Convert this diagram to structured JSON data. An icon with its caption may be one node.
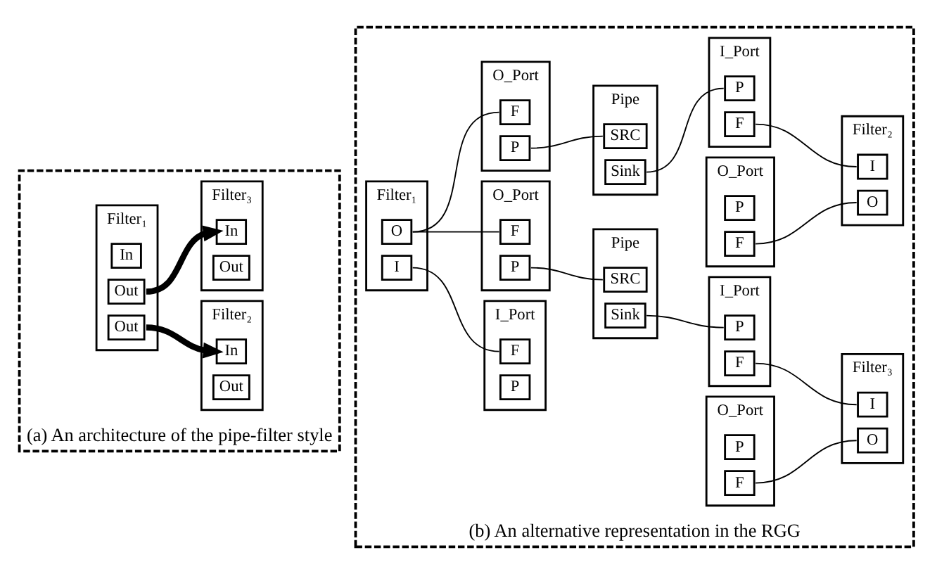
{
  "diagram": {
    "nodes": [
      {
        "text": [
          "(a) An architecture of the pipe-filter style"
        ]
      },
      {
        "text": [
          "Filter₁"
        ],
        "in": 0
      },
      {
        "text": [
          "In"
        ],
        "in": 1
      },
      {
        "text": [
          "Out"
        ],
        "in": 1
      },
      {
        "text": [
          "Out"
        ],
        "in": 1
      },
      {
        "text": [
          "Filter₂"
        ],
        "in": 0
      },
      {
        "text": [
          "In"
        ],
        "in": 5
      },
      {
        "text": [
          "Out"
        ],
        "in": 5
      },
      {
        "text": [
          "Filter₃"
        ],
        "in": 0
      },
      {
        "text": [
          "In"
        ],
        "in": 8
      },
      {
        "text": [
          "Out"
        ],
        "in": 8
      },
      {
        "text": [
          "(b) An alternative representation in the RGG"
        ]
      },
      {
        "text": [
          "Filter₁"
        ],
        "in": 11
      },
      {
        "text": [
          "I"
        ],
        "in": 12
      },
      {
        "text": [
          "O"
        ],
        "in": 12
      },
      {
        "text": [
          "I_Port"
        ],
        "in": 11
      },
      {
        "text": [
          "F"
        ],
        "in": 15
      },
      {
        "text": [
          "P"
        ],
        "in": 15
      },
      {
        "text": [
          "O_Port"
        ],
        "in": 11
      },
      {
        "text": [
          "F"
        ],
        "in": 18
      },
      {
        "text": [
          "P"
        ],
        "in": 18
      },
      {
        "text": [
          "O_Port"
        ],
        "in": 11
      },
      {
        "text": [
          "F"
        ],
        "in": 21
      },
      {
        "text": [
          "P"
        ],
        "in": 21
      },
      {
        "text": [
          "Pipe"
        ],
        "in": 11
      },
      {
        "text": [
          "SRC"
        ],
        "in": 24
      },
      {
        "text": [
          "Sink"
        ],
        "in": 24
      },
      {
        "text": [
          "Pipe"
        ],
        "in": 11
      },
      {
        "text": [
          "SRC"
        ],
        "in": 27
      },
      {
        "text": [
          "Sink"
        ],
        "in": 27
      },
      {
        "text": [
          "O_Port"
        ],
        "in": 11
      },
      {
        "text": [
          "P"
        ],
        "in": 30
      },
      {
        "text": [
          "F"
        ],
        "in": 30
      },
      {
        "text": [
          "I_Port"
        ],
        "in": 11
      },
      {
        "text": [
          "P"
        ],
        "in": 33
      },
      {
        "text": [
          "F"
        ],
        "in": 33
      },
      {
        "text": [
          "I_Port"
        ],
        "in": 11
      },
      {
        "text": [
          "P"
        ],
        "in": 36
      },
      {
        "text": [
          "F"
        ],
        "in": 36
      },
      {
        "text": [
          "O_Port"
        ],
        "in": 11
      },
      {
        "text": [
          "P"
        ],
        "in": 39
      },
      {
        "text": [
          "F"
        ],
        "in": 39
      },
      {
        "text": [
          "Filter₂"
        ],
        "in": 11
      },
      {
        "text": [
          "O"
        ],
        "in": 42
      },
      {
        "text": [
          "I"
        ],
        "in": 42
      },
      {
        "text": [
          "Filter₃"
        ],
        "in": 11
      },
      {
        "text": [
          "I"
        ],
        "in": 45
      },
      {
        "text": [
          "O"
        ],
        "in": 45
      }
    ],
    "edges": [
      {
        "from": 3,
        "to": 6,
        "arrow": "to",
        "style": "thick"
      },
      {
        "from": 4,
        "to": 9,
        "arrow": "to",
        "style": "thick"
      },
      {
        "from": 13,
        "to": 16,
        "arrow": "none"
      },
      {
        "from": 14,
        "to": 19,
        "arrow": "none"
      },
      {
        "from": 14,
        "to": 22,
        "arrow": "none"
      },
      {
        "from": 20,
        "to": 25,
        "arrow": "none"
      },
      {
        "from": 23,
        "to": 28,
        "arrow": "none"
      },
      {
        "from": 26,
        "to": 34,
        "arrow": "none"
      },
      {
        "from": 29,
        "to": 37,
        "arrow": "none"
      },
      {
        "from": 32,
        "to": 43,
        "arrow": "none"
      },
      {
        "from": 35,
        "to": 44,
        "arrow": "none"
      },
      {
        "from": 38,
        "to": 46,
        "arrow": "none"
      },
      {
        "from": 41,
        "to": 47,
        "arrow": "none"
      }
    ]
  }
}
